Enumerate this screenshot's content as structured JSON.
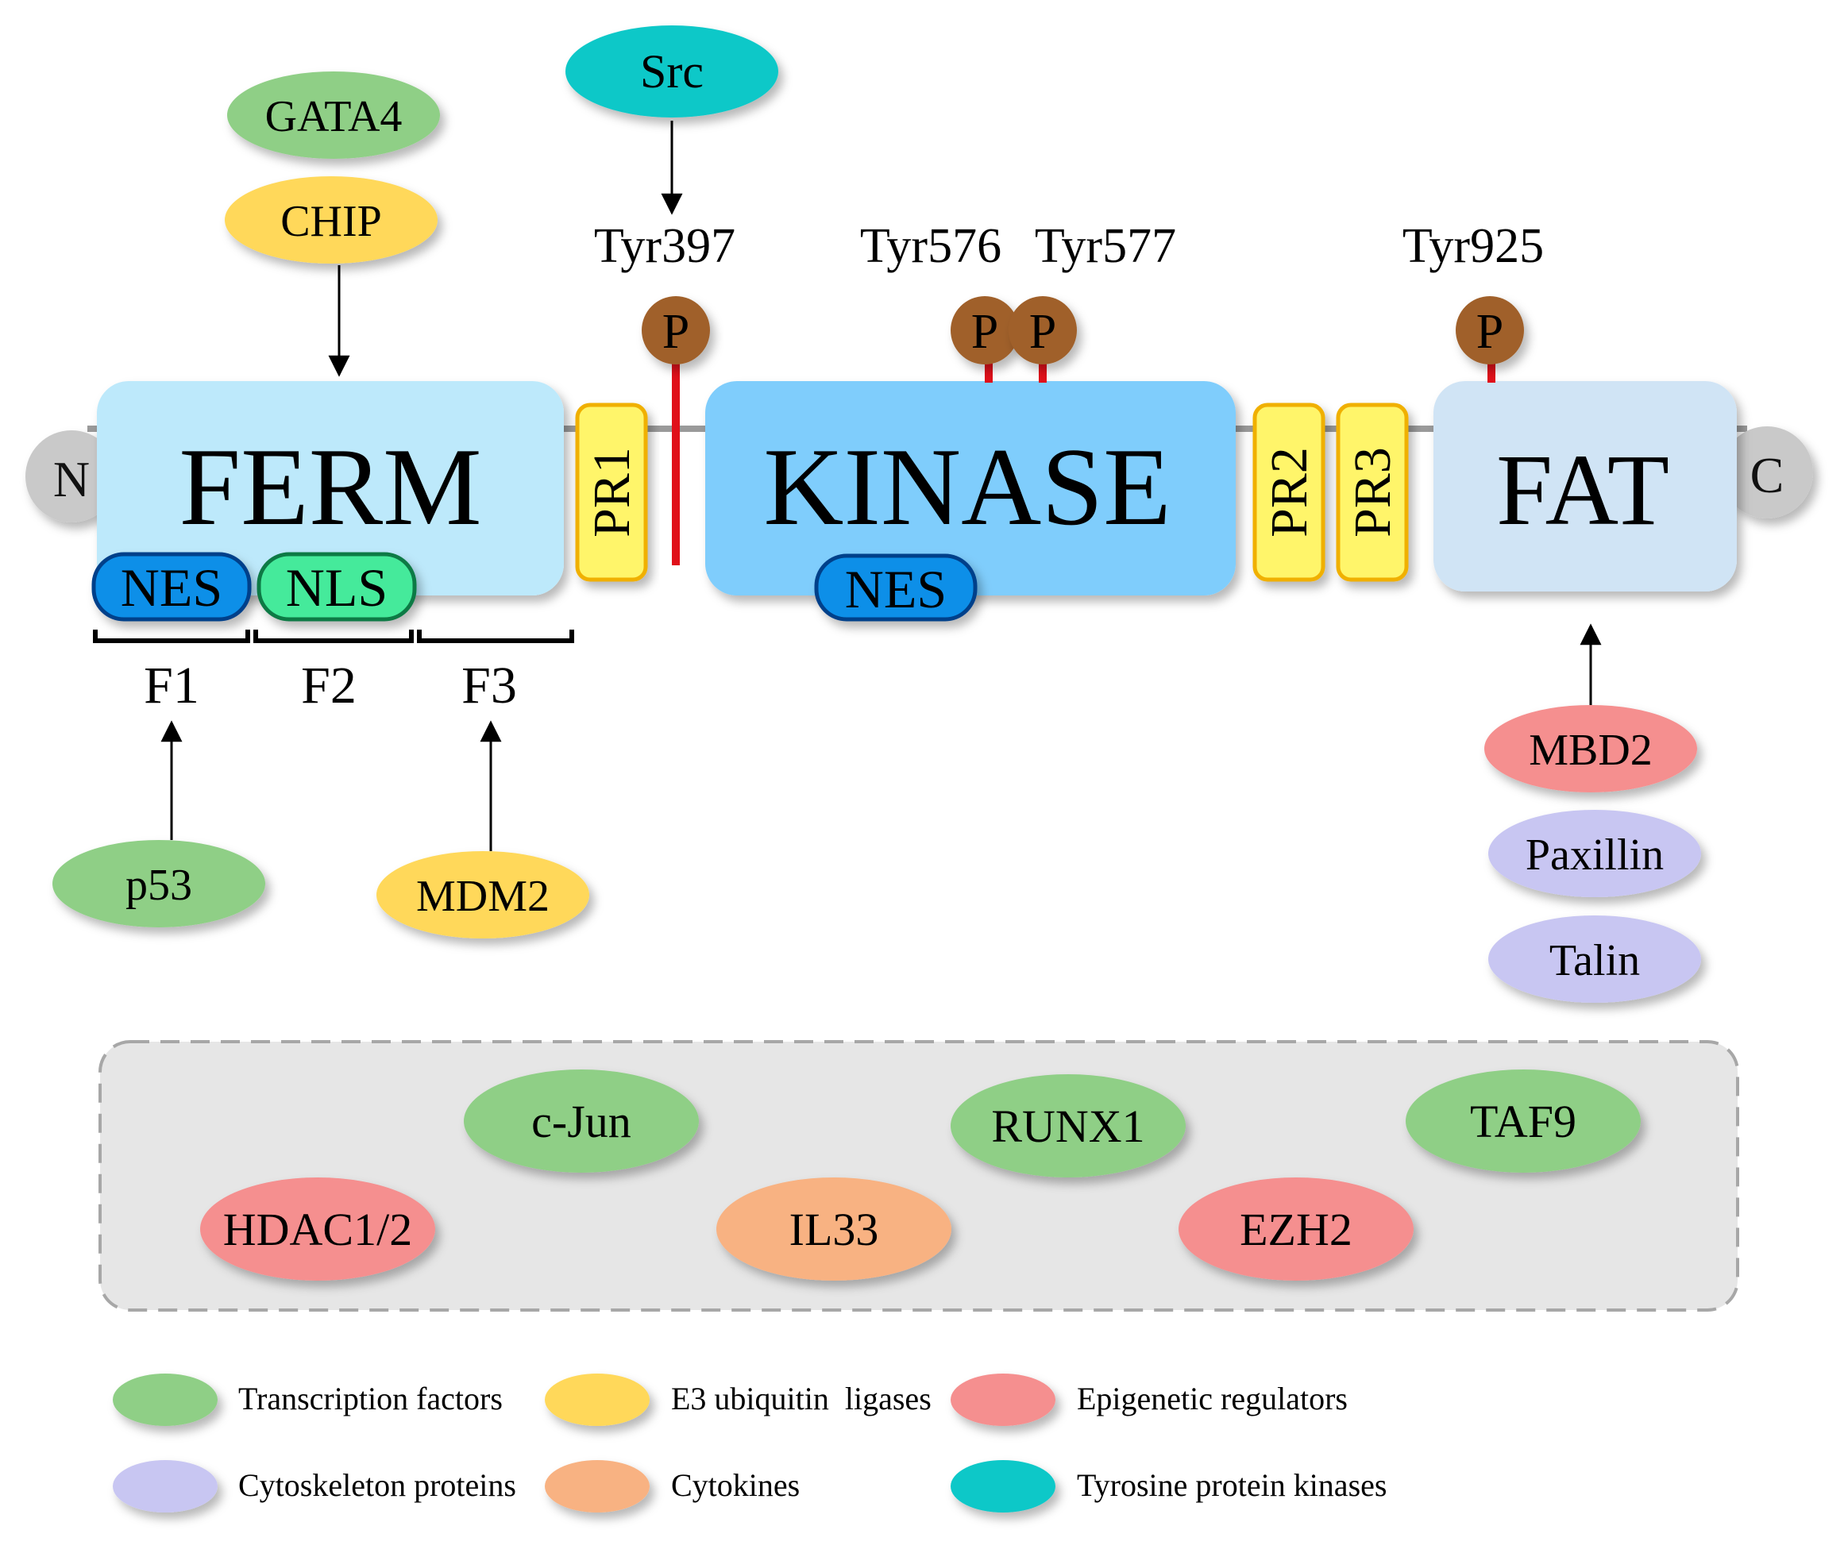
{
  "colors": {
    "transcription_factor": "#8fcf86",
    "e3_ligase": "#ffd85a",
    "epigenetic": "#f58f8f",
    "cytoskeleton": "#c8c6f2",
    "cytokine": "#f8b282",
    "tyrosine_kinase": "#11c8c8",
    "ferm": "#bde9fb",
    "kinase": "#7fcdfc",
    "fat": "#d0e4f5",
    "pr": "#fff56a",
    "pr_border": "#f0b000",
    "nes": "#0a8fe8",
    "nls": "#45ea9b",
    "phospho": "#a0602a",
    "terminus": "#c9c9c9",
    "linker_red": "#e0101a"
  },
  "termini": {
    "n": "N",
    "c": "C"
  },
  "domains": {
    "ferm": "FERM",
    "kinase": "KINASE",
    "fat": "FAT",
    "pr1": "PR1",
    "pr2": "PR2",
    "pr3": "PR3"
  },
  "signals": {
    "nes1": "NES",
    "nls": "NLS",
    "nes2": "NES"
  },
  "subdomains": {
    "f1": "F1",
    "f2": "F2",
    "f3": "F3"
  },
  "phosphosites": {
    "symbol": "P",
    "tyr397": "Tyr397",
    "tyr576": "Tyr576",
    "tyr577": "Tyr577",
    "tyr925": "Tyr925"
  },
  "partners": {
    "gata4": "GATA4",
    "chip": "CHIP",
    "src": "Src",
    "p53": "p53",
    "mdm2": "MDM2",
    "mbd2": "MBD2",
    "paxillin": "Paxillin",
    "talin": "Talin"
  },
  "nuclear_box": {
    "cjun": "c-Jun",
    "runx1": "RUNX1",
    "taf9": "TAF9",
    "hdac": "HDAC1/2",
    "il33": "IL33",
    "ezh2": "EZH2"
  },
  "legend": [
    {
      "label": "Transcription factors",
      "color": "#8fcf86"
    },
    {
      "label": "E3 ubiquitin  ligases",
      "color": "#ffd85a"
    },
    {
      "label": "Epigenetic regulators",
      "color": "#f58f8f"
    },
    {
      "label": "Cytoskeleton proteins",
      "color": "#c8c6f2"
    },
    {
      "label": "Cytokines",
      "color": "#f8b282"
    },
    {
      "label": "Tyrosine protein kinases",
      "color": "#11c8c8"
    }
  ]
}
